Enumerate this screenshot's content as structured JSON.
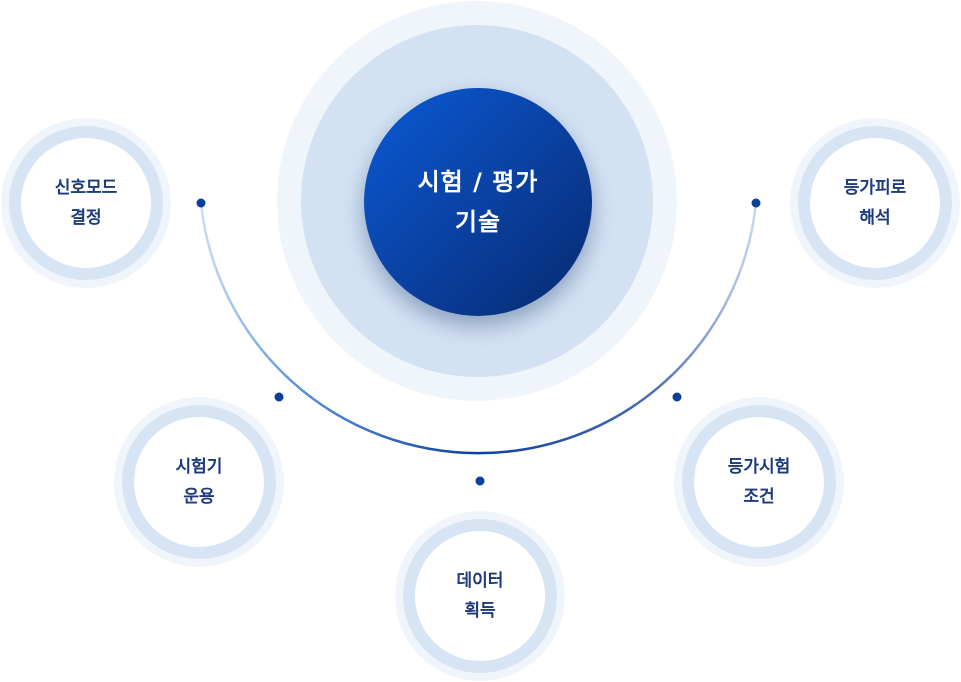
{
  "center": {
    "line1": "시험 / 평가",
    "line2": "기술"
  },
  "nodes": [
    {
      "id": "signal-mode",
      "line1": "신호모드",
      "line2": "결정"
    },
    {
      "id": "equivalent-fatigue",
      "line1": "등가피로",
      "line2": "해석"
    },
    {
      "id": "tester-operation",
      "line1": "시험기",
      "line2": "운용"
    },
    {
      "id": "equivalent-test",
      "line1": "등가시험",
      "line2": "조건"
    },
    {
      "id": "data-acquisition",
      "line1": "데이터",
      "line2": "획득"
    }
  ],
  "colors": {
    "core": "#0a3f9e",
    "halo_inner": "#d3e2f3",
    "halo_outer": "#f0f5fb",
    "node_text": "#1d3a7a",
    "arc": "#0a3f9e"
  }
}
